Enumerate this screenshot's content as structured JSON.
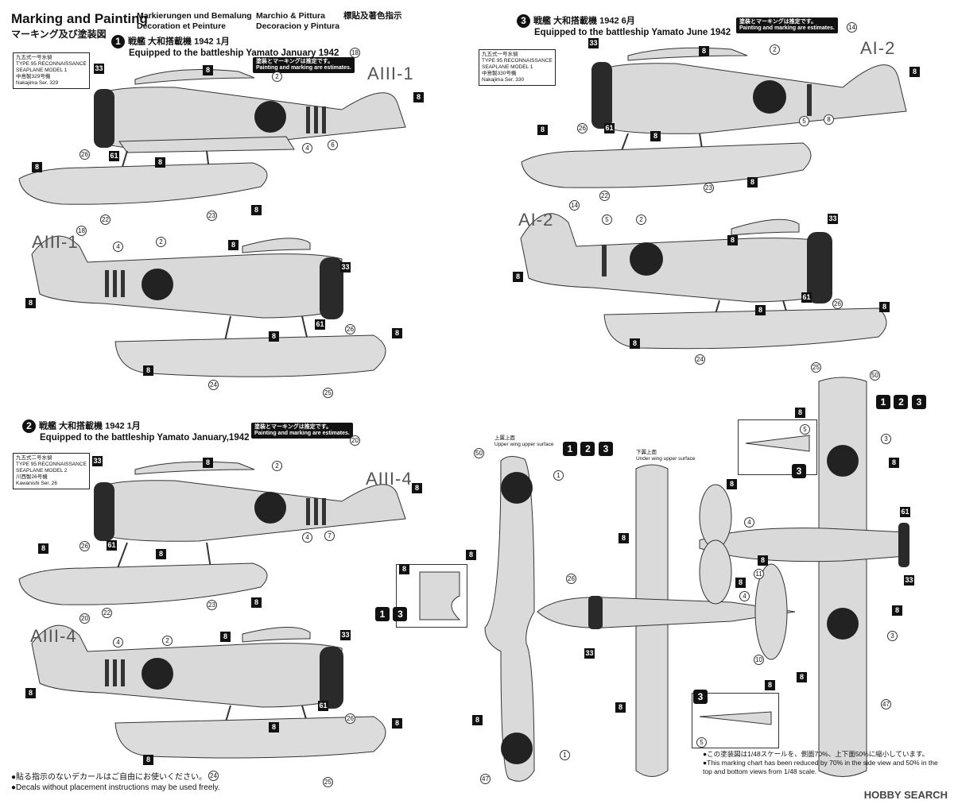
{
  "header": {
    "title_en": "Marking and Painting",
    "title_jp": "マーキング及び塗装図",
    "title_de": "Markierungen und Bemalung",
    "title_fr": "Decoration et Peinture",
    "title_it": "Marchio & Pittura",
    "title_es": "Decoracion y Pintura",
    "title_cn": "標貼及著色指示"
  },
  "schemes": [
    {
      "badge": "1",
      "title_jp": "戦艦 大和搭載機 1942 1月",
      "title_en": "Equipped to the battleship Yamato January 1942",
      "estimate_jp": "塗装とマーキングは推定です。",
      "estimate_en": "Painting and marking are estimates.",
      "info": [
        "九五式一号水偵",
        "TYPE 95 RECONNAISSANCE",
        "SEAPLANE MODEL 1",
        "中島製329号機",
        "Nakajima Ser. 329"
      ],
      "code": "AIII-1"
    },
    {
      "badge": "2",
      "title_jp": "戦艦 大和搭載機 1942 1月",
      "title_en": "Equipped to the battleship Yamato January,1942",
      "estimate_jp": "塗装とマーキングは推定です。",
      "estimate_en": "Painting and marking are estimates.",
      "info": [
        "九五式二号水偵",
        "TYPE 95 RECONNAISSANCE",
        "SEAPLANE MODEL 2",
        "川西製26号機",
        "Kawanishi Ser. 26"
      ],
      "code": "AIII-4"
    },
    {
      "badge": "3",
      "title_jp": "戦艦 大和搭載機 1942 6月",
      "title_en": "Equipped to the battleship Yamato June 1942",
      "estimate_jp": "塗装とマーキングは推定です。",
      "estimate_en": "Painting and marking are estimates.",
      "info": [
        "九五式一号水偵",
        "TYPE 95 RECONNAISSANCE",
        "SEAPLANE MODEL 1",
        "中島製330号機",
        "Nakajima Ser. 330"
      ],
      "code": "AI-2"
    }
  ],
  "views": {
    "upper_jp": "上翼上面",
    "upper_en": "Upper wing upper surface",
    "under_jp": "下翼上面",
    "under_en": "Under wing upper surface",
    "badges_123": [
      "1",
      "2",
      "3"
    ],
    "badges_13": [
      "1",
      "3"
    ],
    "badge_3": "3"
  },
  "callouts": {
    "n1": "1",
    "n2": "2",
    "n3": "3",
    "n4": "4",
    "n5": "5",
    "n6": "6",
    "n7": "7",
    "n8": "8",
    "n10": "10",
    "n11": "11",
    "n14": "14",
    "n18": "18",
    "n20": "20",
    "n22": "22",
    "n23": "23",
    "n24": "24",
    "n25": "25",
    "n26": "26",
    "n33": "33",
    "n47": "47",
    "n50": "50",
    "n61": "61"
  },
  "notes": {
    "bottom_jp": "●貼る指示のないデカールはご自由にお使いください。",
    "bottom_en": "●Decals without placement instructions may be used freely.",
    "scale_jp": "●この塗装図は1/48スケールを、側面70%、上下面50%に縮小しています。",
    "scale_en": "●This marking chart has been reduced by 70% in the side view and 50% in the top  and bottom views from 1/48 scale."
  },
  "watermark": "HOBBY SEARCH"
}
